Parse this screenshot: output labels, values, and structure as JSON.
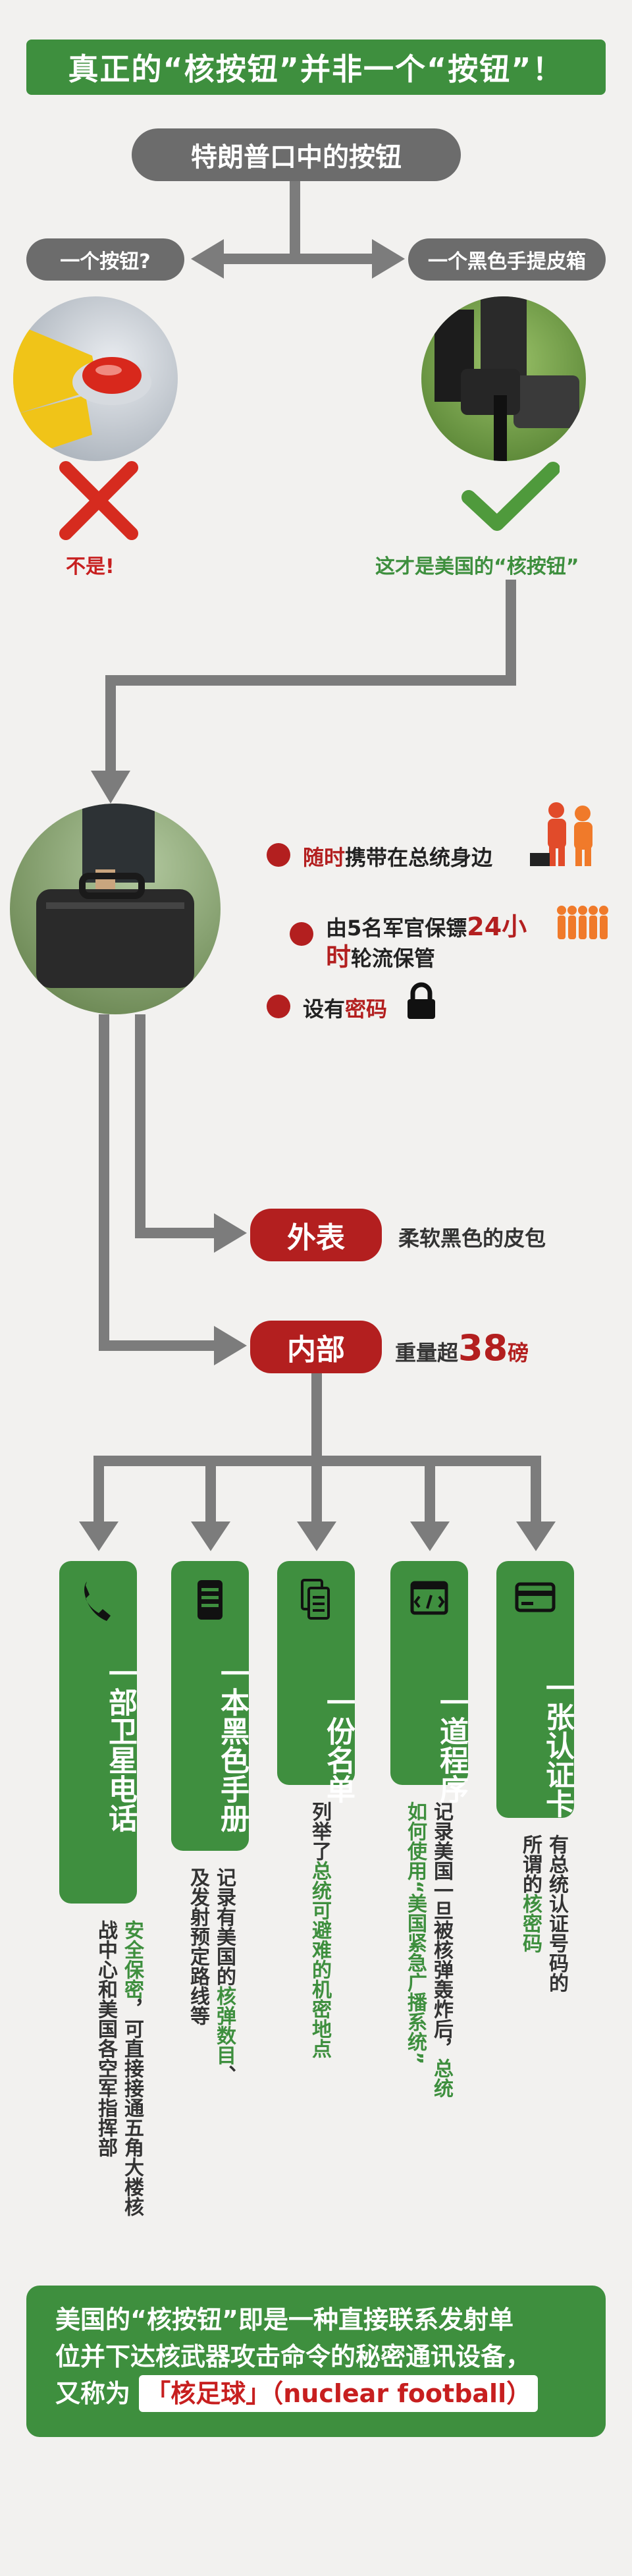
{
  "banner": {
    "title": "真正的“核按钮”并非一个“按钮”！"
  },
  "trump_button": {
    "label": "特朗普口中的按钮"
  },
  "left_branch": {
    "label": "一个按钮?",
    "verdict": "不是!"
  },
  "right_branch": {
    "label": "一个黑色手提皮箱",
    "verdict": "这才是美国的“核按钮”"
  },
  "features": [
    {
      "hl": "随时",
      "text": "携带在总统身边"
    },
    {
      "pre": "由5名军官保镖",
      "hl": "24小时",
      "post": "轮流保管"
    },
    {
      "pre": "设有",
      "hl": "密码"
    }
  ],
  "outer": {
    "label": "外表",
    "desc": "柔软黑色的皮包"
  },
  "inner": {
    "label": "内部",
    "desc_pre": "重量超",
    "weight": "38",
    "unit": "磅"
  },
  "items": [
    {
      "title": "一部卫星电话",
      "icon": "phone-icon",
      "desc_g": "安全保密",
      "desc": "，可直接接通五角大楼核战中心和美国各空军指挥部"
    },
    {
      "title": "一本黑色手册",
      "icon": "book-icon",
      "desc_a": "记录有美国的",
      "desc_g": "核弹数目",
      "desc_b": "、及发射预定路线等"
    },
    {
      "title": "一份名单",
      "icon": "document-icon",
      "desc_a": "列举了",
      "desc_g": "总统可避难的机密地点"
    },
    {
      "title": "一道程序",
      "icon": "program-icon",
      "desc_a": "记录美国一旦被核弹轰炸后，",
      "desc_g": "总统如何使用“美国紧急广播系统”"
    },
    {
      "title": "一张认证卡",
      "icon": "card-icon",
      "desc_a": "有总统认证号码的所谓的",
      "desc_g": "核密码"
    }
  ],
  "summary": {
    "line1": "美国的“核按钮”即是一种直接联系发射单",
    "line2": "位并下达核武器攻击命令的秘密通讯设备，",
    "line3_pre": "又称为",
    "line3_hl": "「核足球」（nuclear football）"
  },
  "colors": {
    "green": "#3e8f3e",
    "red": "#b31f1f",
    "gray": "#6c6c6c"
  }
}
